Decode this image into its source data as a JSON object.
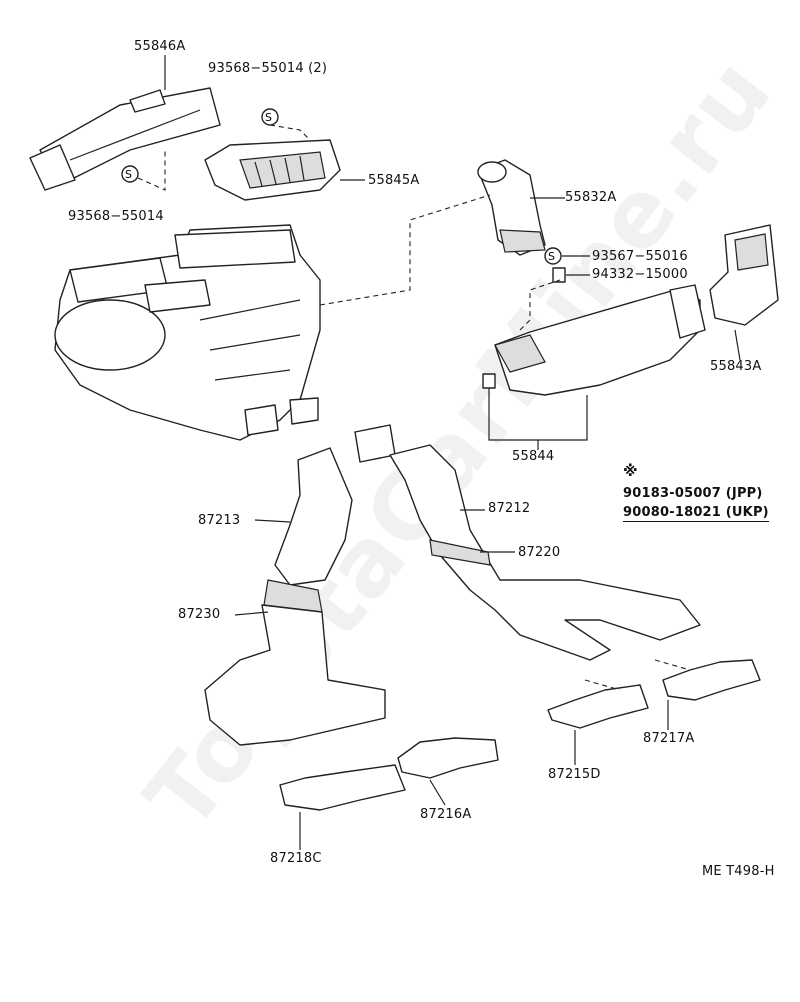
{
  "diagram": {
    "watermark": "ToyotaCarMine.ru",
    "figure_code": "ME T498-H",
    "part_labels": {
      "p55846A": "55846A",
      "p93568_55014_2": "93568−55014 (2)",
      "p55845A": "55845A",
      "p93568_55014": "93568−55014",
      "p55832A": "55832A",
      "p93567_55016": "93567−55016",
      "p94332_15000": "94332−15000",
      "p55843A": "55843A",
      "p55844": "55844",
      "p87213": "87213",
      "p87212": "87212",
      "p87220": "87220",
      "p87230": "87230",
      "p87215D": "87215D",
      "p87217A": "87217A",
      "p87216A": "87216A",
      "p87218C": "87218C"
    },
    "note": {
      "symbol": "※",
      "line1": "90183-05007 (JPP)",
      "line2": "90080-18021 (UKP)"
    },
    "screw_symbol": "S"
  }
}
